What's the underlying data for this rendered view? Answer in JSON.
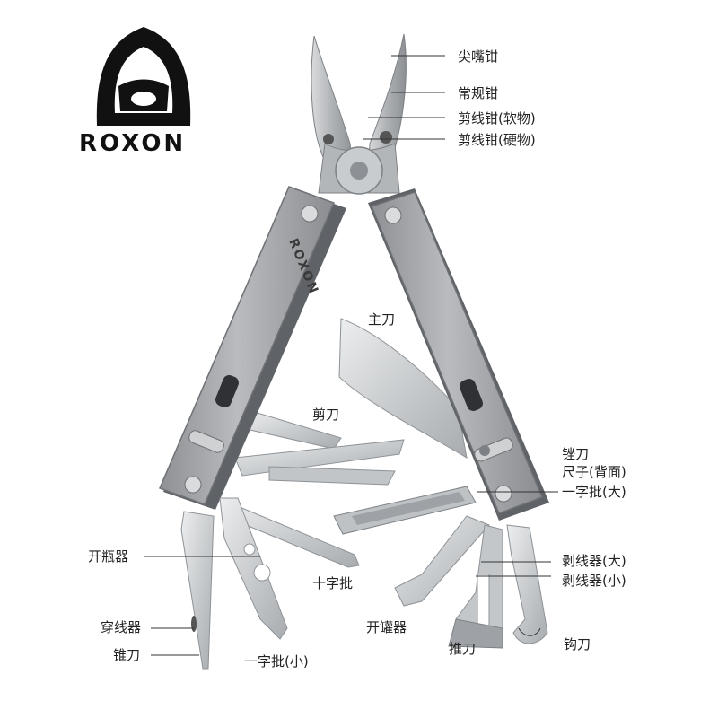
{
  "brand": {
    "logo_text": "ROXON",
    "handle_etching": "ROXON"
  },
  "colors": {
    "handle": "#a9abae",
    "handle_dark": "#6f7276",
    "blade": "#d7d9db",
    "blade_dark": "#9fa3a7",
    "logo": "#111111"
  },
  "labels": {
    "needle_nose_pliers": "尖嘴钳",
    "regular_pliers": "常规钳",
    "wire_cutter_soft": "剪线钳(软物)",
    "wire_cutter_hard": "剪线钳(硬物)",
    "main_knife": "主刀",
    "scissors": "剪刀",
    "file": "锉刀",
    "ruler_back": "尺子(背面)",
    "flat_screwdriver_large": "一字批(大)",
    "bottle_opener": "开瓶器",
    "phillips": "十字批",
    "wire_stripper_large": "剥线器(大)",
    "wire_stripper_small": "剥线器(小)",
    "threader": "穿线器",
    "can_opener": "开罐器",
    "awl": "锥刀",
    "flat_screwdriver_small": "一字批(小)",
    "push_knife": "推刀",
    "hook_knife": "钩刀"
  }
}
